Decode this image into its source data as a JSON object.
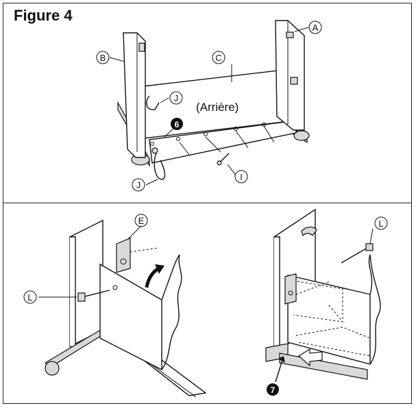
{
  "figure": {
    "title": "Figure 4"
  },
  "labels": {
    "A": "A",
    "B": "B",
    "C": "C",
    "E": "E",
    "I": "I",
    "J": "J",
    "L": "L",
    "rear": "(Arrière)",
    "step6": "6",
    "step7": "7"
  }
}
